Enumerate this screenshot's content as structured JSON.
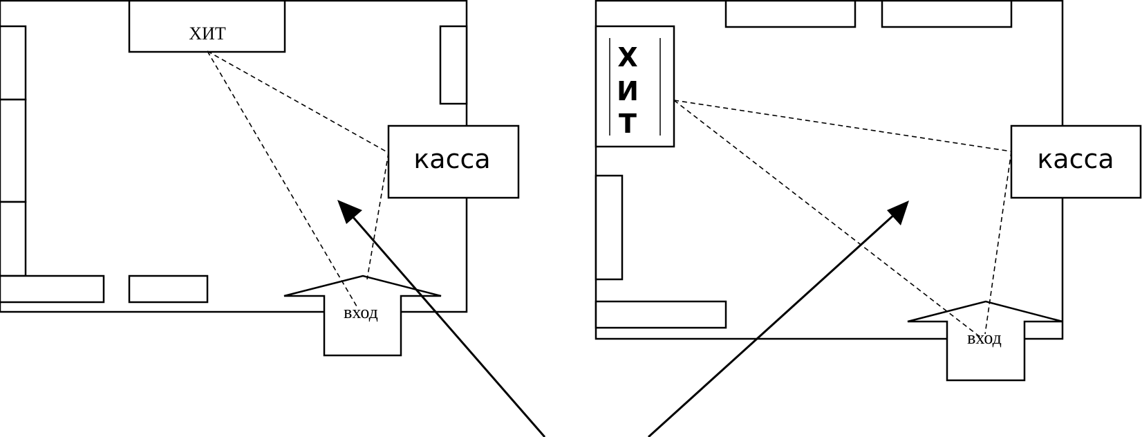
{
  "colors": {
    "ink": "#000000",
    "paper": "#ffffff"
  },
  "left_plan": {
    "hit_label": "ХИТ",
    "kassa_label": "касса",
    "entrance_label": "вход"
  },
  "right_plan": {
    "hit_letters": [
      "Х",
      "И",
      "Т"
    ],
    "kassa_label": "касса",
    "entrance_label": "вход"
  }
}
